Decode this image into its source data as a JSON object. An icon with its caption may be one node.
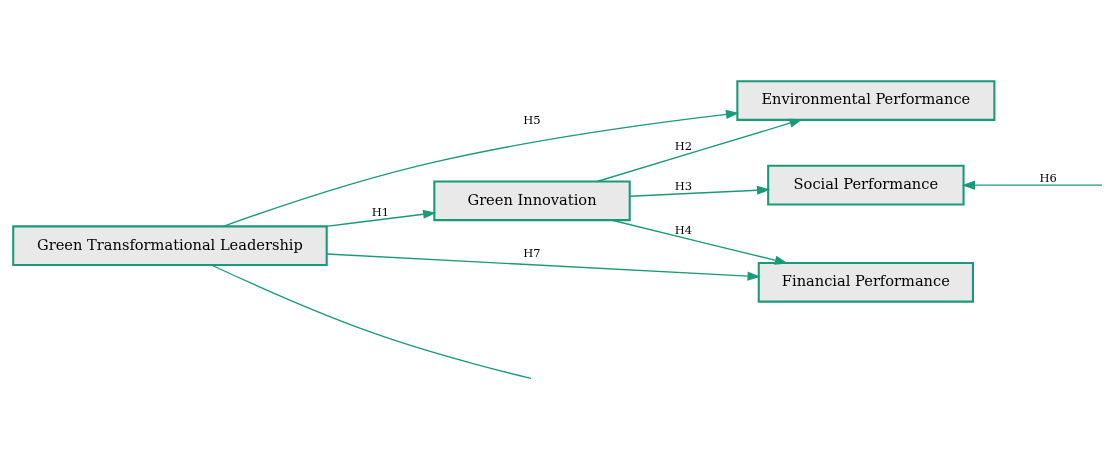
{
  "diagram": {
    "nodes": [
      {
        "text": [
          "Green Transformational Leadership"
        ]
      },
      {
        "text": [
          "Green Innovation"
        ]
      },
      {
        "text": [
          "Environmental Performance"
        ]
      },
      {
        "text": [
          "Social Performance"
        ]
      },
      {
        "text": [
          "Financial Performance"
        ]
      }
    ],
    "edges": [
      {
        "from": 0,
        "to": 2,
        "arrow": "to",
        "label": "H5"
      },
      {
        "from": 0,
        "to": 1,
        "arrow": "to",
        "label": "H1"
      },
      {
        "from": 1,
        "to": 2,
        "arrow": "to",
        "label": "H2"
      },
      {
        "from": 1,
        "to": 3,
        "arrow": "to",
        "label": "H3"
      },
      {
        "from": null,
        "to": 3,
        "arrow": "to",
        "label": "H6"
      },
      {
        "from": 1,
        "to": 4,
        "arrow": "to",
        "label": "H4"
      },
      {
        "from": 0,
        "to": 4,
        "arrow": "to",
        "label": "H7"
      },
      {
        "from": 0,
        "to": null,
        "arrow": "none"
      }
    ]
  }
}
